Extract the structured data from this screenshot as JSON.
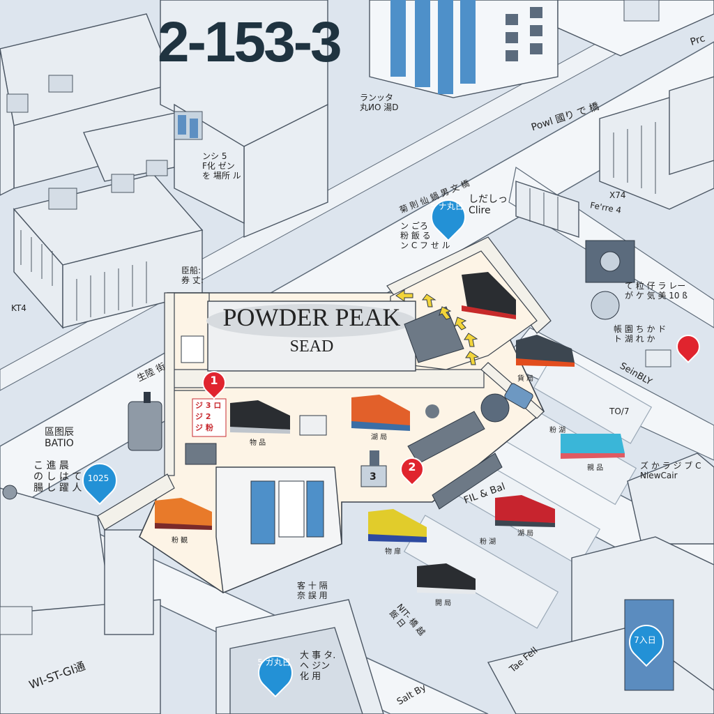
{
  "map": {
    "address_number": "2-153-3",
    "store": {
      "name": "POWDER PEAK",
      "subtitle": "SEAD"
    },
    "street_labels": {
      "top_right": "Powl 國り で 橋",
      "top_right_edge": "Prc",
      "bottom_left": "WI-ST-GI通",
      "bottom_right": "Tae Fell",
      "bottom_center": "Salt By",
      "right_mid": "SeinBLY",
      "left_diag": "生陸 街"
    },
    "area_labels": {
      "left_block": "KT4",
      "right_block": "X74",
      "right_block2": "Fe'rre 4",
      "right_mid2": "TO/7",
      "north_sign": "ランッタ\n丸ИО 湯D",
      "north_left": "ンシ 5\nF化 ゼン\nを 場所 ル",
      "north_mid": "菊 則 仙 鍋 男 文 橋",
      "corner_label": "臣船:\n券 丈:",
      "left_mid": "區图辰\nBATIO",
      "pin_note_left": "こ 進 晨\nの し は て\n腸 し 躍 人",
      "right_text1": "て 粒 仔 ラ レー\nが ケ 気 美 10 ß",
      "right_text2": "帳 園 ち か ド\nト 湖 れ か",
      "store_note_top": "ン ごろ\n粉 飯 る\nン C フ せ ル",
      "right_text3": "ズ か ラ ジ ブ C\nNiewCair",
      "fil_label": "FIL & Bal",
      "nit_label": "NIT- 橋 越\n飯 日",
      "bottom_note": "客 十 隔\n奈 誤 用"
    },
    "blue_pins": [
      {
        "label": "5\nナ丸日",
        "note": "しだしっ\nClire"
      },
      {
        "label": "1025",
        "note": ""
      },
      {
        "label": "5\nガ丸日",
        "note": "大 事 タ.\nヘ ジン\n化 用"
      },
      {
        "label": "7入日",
        "note": ""
      }
    ],
    "red_pins": [
      {
        "label": "1"
      },
      {
        "label": "2"
      }
    ],
    "store_sign": [
      "ジ 3 ロ",
      "ジ 2",
      "ジ 粉"
    ],
    "shoe_labels": [
      "貨 局",
      "物 品",
      "湖 局",
      "粉 観",
      "物 扉",
      "粉 湖",
      "湖 局",
      "開 局",
      "親 品",
      "粉 湖"
    ],
    "counter_number": "3",
    "icons": [
      "shoe-icon",
      "arrow-icon",
      "pin-icon"
    ]
  }
}
